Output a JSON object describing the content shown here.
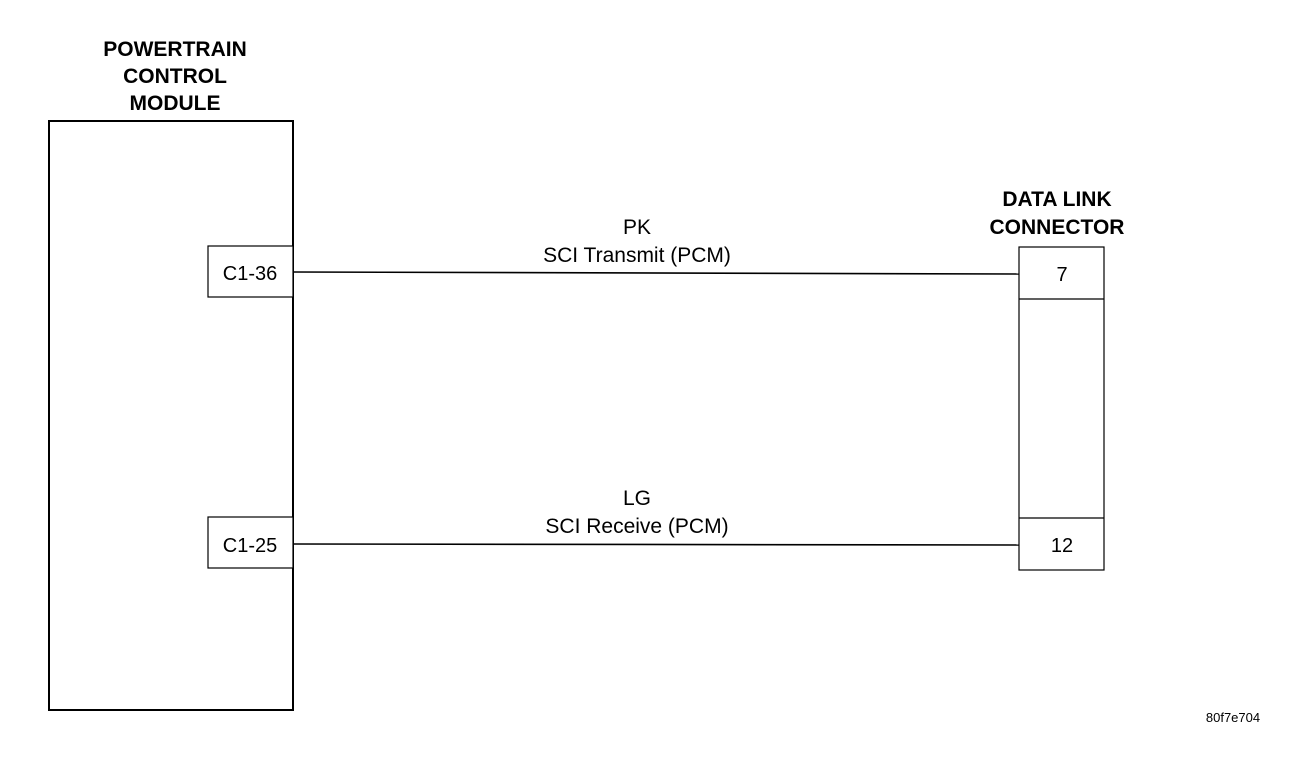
{
  "pcm": {
    "title_lines": [
      "POWERTRAIN",
      "CONTROL",
      "MODULE"
    ],
    "pins": [
      "C1-36",
      "C1-25"
    ]
  },
  "dlc": {
    "title_lines": [
      "DATA LINK",
      "CONNECTOR"
    ],
    "pins": [
      "7",
      "12"
    ]
  },
  "wires": [
    {
      "color_code": "PK",
      "circuit": "SCI Transmit (PCM)"
    },
    {
      "color_code": "LG",
      "circuit": "SCI Receive (PCM)"
    }
  ],
  "figure_ref": "80f7e704"
}
